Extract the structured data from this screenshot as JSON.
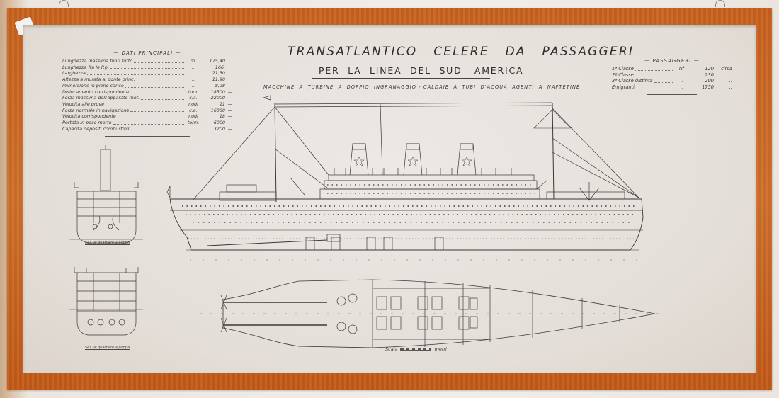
{
  "drawing": {
    "title": "TRANSATLANTICO   CELERE   DA   PASSAGGERI",
    "subtitle": "PER  LA  LINEA  DEL  SUD   AMERICA",
    "machinery_note": "MACCHINE  A  TURBINE  A  DOPPIO  INGRANAGGIO - CALDAIE  A  TUBI  D'ACQUA  AGENTI  A  NAFTETINE"
  },
  "main_data": {
    "heading": "— DATI   PRINCIPALI —",
    "rows": [
      {
        "label": "Lunghezza massima fuori tutto",
        "unit": "m.",
        "value": "175,40",
        "dash": ""
      },
      {
        "label": "Lunghezza fra le P.p.",
        "unit": "..",
        "value": "166.",
        "dash": ""
      },
      {
        "label": "Larghezza",
        "unit": "..",
        "value": "21,50",
        "dash": ""
      },
      {
        "label": "Altezza a murata al ponte princ.",
        "unit": "..",
        "value": "11,90",
        "dash": ""
      },
      {
        "label": "Immersione in pieno carico",
        "unit": "..",
        "value": "8,28",
        "dash": ""
      },
      {
        "label": "Dislocamento corrispondente",
        "unit": "tonn",
        "value": "18500",
        "dash": "—"
      },
      {
        "label": "Forza massima dell'apparato mot.",
        "unit": "c.a.",
        "value": "22000",
        "dash": "—"
      },
      {
        "label": "Velocità alle prove",
        "unit": "nodi",
        "value": "21",
        "dash": "—"
      },
      {
        "label": "Forza normale in navigazione",
        "unit": "c.a.",
        "value": "16000",
        "dash": "—"
      },
      {
        "label": "Velocità corrispondente",
        "unit": "nodi",
        "value": "18",
        "dash": "—"
      },
      {
        "label": "Portata in peso morto",
        "unit": "tonn.",
        "value": "6000",
        "dash": "—"
      },
      {
        "label": "Capacità depositi combustibili",
        "unit": "..",
        "value": "3200",
        "dash": "—"
      }
    ]
  },
  "passengers": {
    "heading": "— PASSAGGERI —",
    "rows": [
      {
        "label": "1ª Classe",
        "unit": "N°",
        "value": "120",
        "note": "circa"
      },
      {
        "label": "2ª Classe",
        "unit": "..",
        "value": "230",
        "note": ".."
      },
      {
        "label": "3ª Classe distinta",
        "unit": "..",
        "value": "200",
        "note": ".."
      },
      {
        "label": "Emigranti",
        "unit": "..",
        "value": "1750",
        "note": ".."
      }
    ]
  },
  "sections": {
    "upper_caption": "Sez. al quartiere a poppa",
    "lower_caption": "Sez. al quartiere a poppa"
  },
  "scale": {
    "label": "Scala",
    "unit": "metri"
  },
  "colors": {
    "frame": "#c8621e",
    "paper": "#e8e3de",
    "ink": "#2e2c2c"
  }
}
